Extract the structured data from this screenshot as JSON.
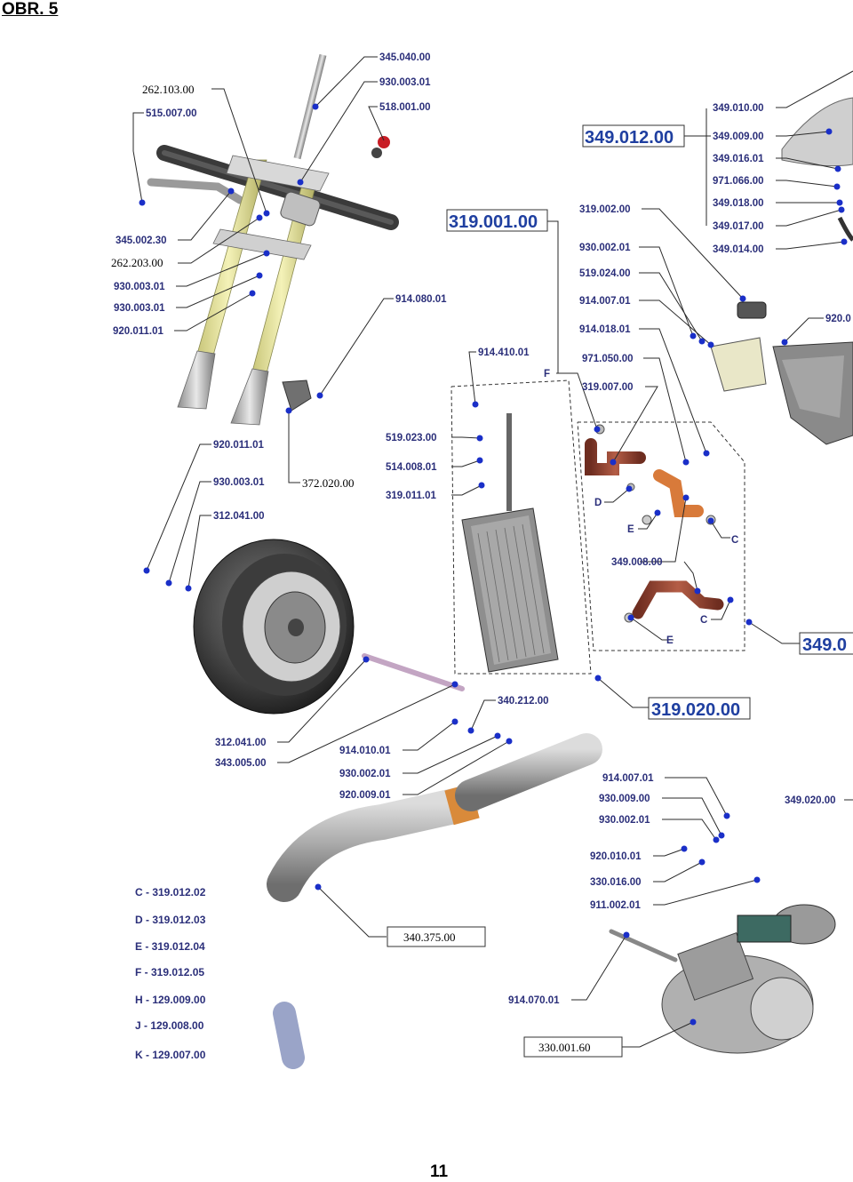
{
  "page": {
    "title": "OBR. 5",
    "number": "11"
  },
  "callouts": {
    "c345_040": "345.040.00",
    "c930_003_top": "930.003.01",
    "c518_001": "518.001.00",
    "c262_103": "262.103.00",
    "c515_007": "515.007.00",
    "c345_002": "345.002.30",
    "c262_203": "262.203.00",
    "c930_003_a": "930.003.01",
    "c930_003_b": "930.003.01",
    "c920_011_a": "920.011.01",
    "c914_080": "914.080.01",
    "c920_011_b": "920.011.01",
    "c930_003_c": "930.003.01",
    "c372_020": "372.020.00",
    "c312_041_a": "312.041.00",
    "c312_041_b": "312.041.00",
    "c343_005": "343.005.00",
    "c914_010": "914.010.01",
    "c930_002_a": "930.002.01",
    "c920_009": "920.009.01",
    "c340_212": "340.212.00",
    "c340_375": "340.375.00",
    "c914_410": "914.410.01",
    "c519_023": "519.023.00",
    "c514_008": "514.008.01",
    "c319_011": "319.011.01",
    "c319_001": "319.001.00",
    "c319_002": "319.002.00",
    "c930_002_b": "930.002.01",
    "c519_024": "519.024.00",
    "c914_007_a": "914.007.01",
    "c914_018": "914.018.01",
    "c971_050": "971.050.00",
    "c319_007": "319.007.00",
    "cF": "F",
    "cD": "D",
    "cE1": "E",
    "cC1": "C",
    "c349_008": "349.008.00",
    "cC2": "C",
    "cE2": "E",
    "c319_020": "319.020.00",
    "c349_0": "349.0",
    "c349_012": "349.012.00",
    "c349_010": "349.010.00",
    "c349_009": "349.009.00",
    "c349_016": "349.016.01",
    "c971_066": "971.066.00",
    "c349_018": "349.018.00",
    "c349_017": "349.017.00",
    "c349_014": "349.014.00",
    "c920_0": "920.0",
    "c914_007_b": "914.007.01",
    "c930_009": "930.009.00",
    "c930_002_c": "930.002.01",
    "c920_010": "920.010.01",
    "c330_016": "330.016.00",
    "c911_002": "911.002.01",
    "c349_020": "349.020.00",
    "c914_070": "914.070.01",
    "c330_001": "330.001.60"
  },
  "legend": [
    "C - 319.012.02",
    "D - 319.012.03",
    "E - 319.012.04",
    "F - 319.012.05",
    "H - 129.009.00",
    "J - 129.008.00",
    "K - 129.007.00"
  ],
  "colors": {
    "label_text": "#2b2f7a",
    "big_label": "#1f3fa0",
    "fork_tube": "#e8e59a",
    "hose": "#a0503c",
    "tire": "#3a3a3a",
    "radiator": "#8a8a8a"
  }
}
